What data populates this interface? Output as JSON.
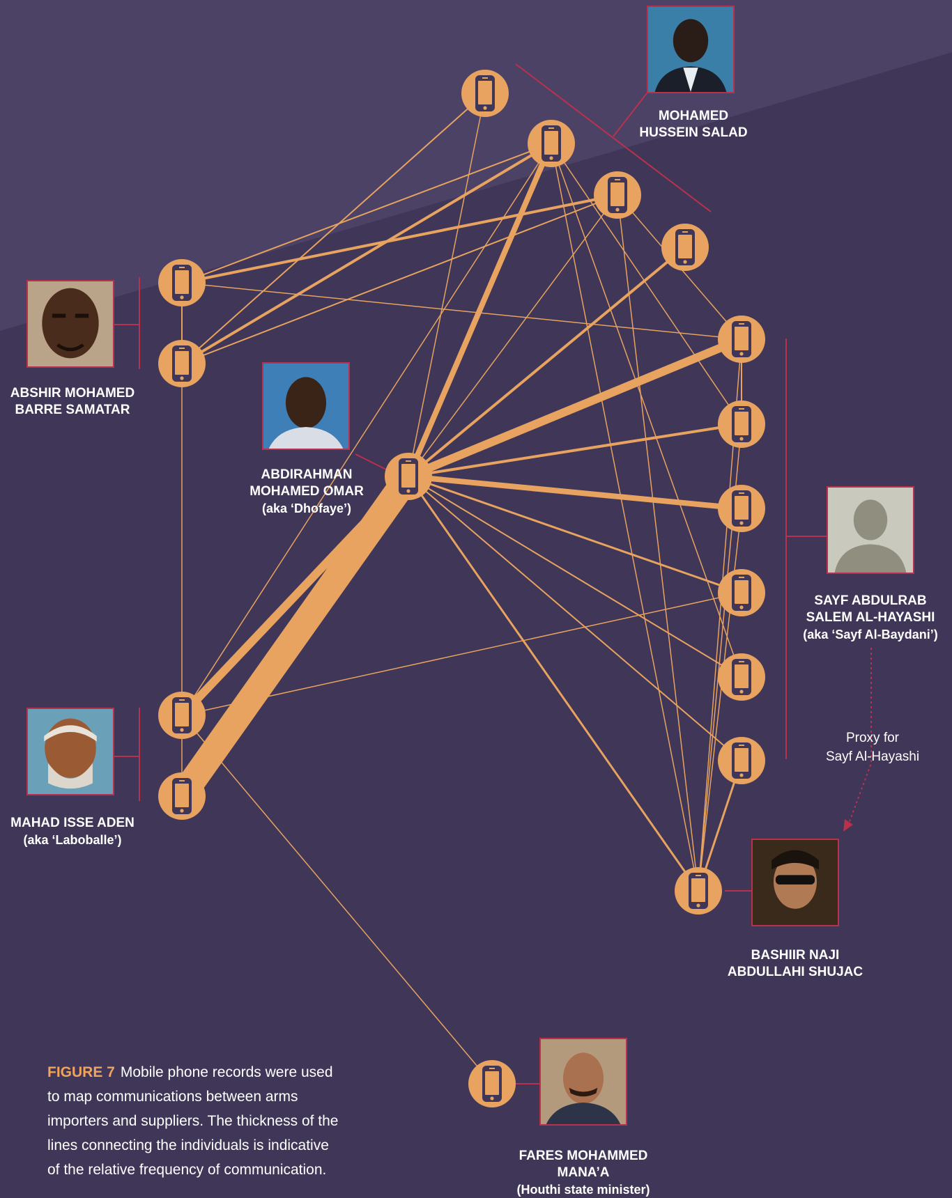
{
  "colors": {
    "background": "#3f3658",
    "background_band": "#4f4569",
    "link": "#e7a35f",
    "node": "#e7a35f",
    "node_icon": "#3f3658",
    "bracket": "#b8324e",
    "label_text": "#ffffff",
    "figure_label": "#f0a35a"
  },
  "icons": {
    "node": "mobile-phone-icon",
    "photo": "person-portrait"
  },
  "people": {
    "salad": {
      "line1": "MOHAMED",
      "line2": "HUSSEIN SALAD"
    },
    "samatar": {
      "line1": "ABSHIR MOHAMED",
      "line2": "BARRE SAMATAR"
    },
    "omar": {
      "line1": "ABDIRAHMAN",
      "line2": "MOHAMED OMAR",
      "line3": "(aka ‘Dhofaye’)"
    },
    "hayashi": {
      "line1": "SAYF ABDULRAB",
      "line2": "SALEM AL-HAYASHI",
      "line3": "(aka ‘Sayf Al-Baydani’)"
    },
    "aden": {
      "line1": "MAHAD ISSE ADEN",
      "line2": "(aka ‘Laboballe’)"
    },
    "shujac": {
      "line1": "BASHIIR NAJI",
      "line2": "ABDULLAHI SHUJAC"
    },
    "manaa": {
      "line1": "FARES MOHAMMED",
      "line2": "MANA’A",
      "line3": "(Houthi state minister)"
    }
  },
  "proxy_note": {
    "line1": "Proxy for",
    "line2": "Sayf Al-Hayashi"
  },
  "caption": {
    "label": "FIGURE 7",
    "text": "Mobile phone records were used to map communications between arms importers and suppliers. The thickness of the lines connecting the individuals is indicative of the relative frequency of communication."
  }
}
